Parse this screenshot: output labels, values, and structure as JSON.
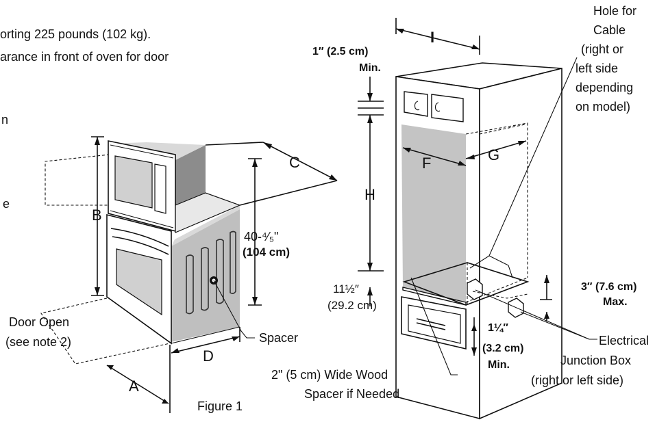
{
  "intro": {
    "line1": "orting 225 pounds (102 kg).",
    "line2": "arance in front of oven for door",
    "frag1": "n",
    "frag2": "e"
  },
  "left_figure": {
    "dim_A": "A",
    "dim_B": "B",
    "dim_C": "C",
    "dim_D": "D",
    "height_in": "40-⁴⁄₅\"",
    "height_cm": "(104 cm)",
    "spacer": "Spacer",
    "door_open_1": "Door Open",
    "door_open_2": "(see note 2)"
  },
  "caption": "Figure 1",
  "right_figure": {
    "dim_I": "I",
    "dim_F": "F",
    "dim_G": "G",
    "dim_H": "H",
    "top_clear_1": "1″ (2.5 cm)",
    "top_clear_2": "Min.",
    "bottom_1": "11½″",
    "bottom_2": "(29.2 cm)",
    "cable_1": "Hole for",
    "cable_2": "Cable",
    "cable_3": "(right or",
    "cable_4": "left side",
    "cable_5": "depending",
    "cable_6": "on model)",
    "max3_1": "3″ (7.6 cm)",
    "max3_2": "Max.",
    "min114_1": "1¼″",
    "min114_2": "(3.2 cm)",
    "min114_3": "Min.",
    "junction_1": "Electrical",
    "junction_2": "Junction Box",
    "junction_3": "(right or left side)",
    "wood_1": "2\" (5 cm) Wide Wood",
    "wood_2": "Spacer if Needed"
  }
}
